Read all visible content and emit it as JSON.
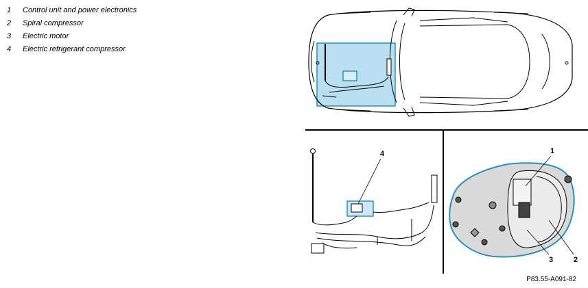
{
  "legend": [
    {
      "num": "1",
      "label": "Control unit and power electronics"
    },
    {
      "num": "2",
      "label": "Spiral compressor"
    },
    {
      "num": "3",
      "label": "Electric motor"
    },
    {
      "num": "4",
      "label": "Electric refrigerant compressor"
    }
  ],
  "callouts": {
    "c1": "1",
    "c2": "2",
    "c3": "3",
    "c4": "4"
  },
  "reference_code": "P83.55-A091-82",
  "colors": {
    "highlight_fill": "#b9dff0",
    "highlight_stroke": "#2a8fb8",
    "line": "#000000"
  }
}
